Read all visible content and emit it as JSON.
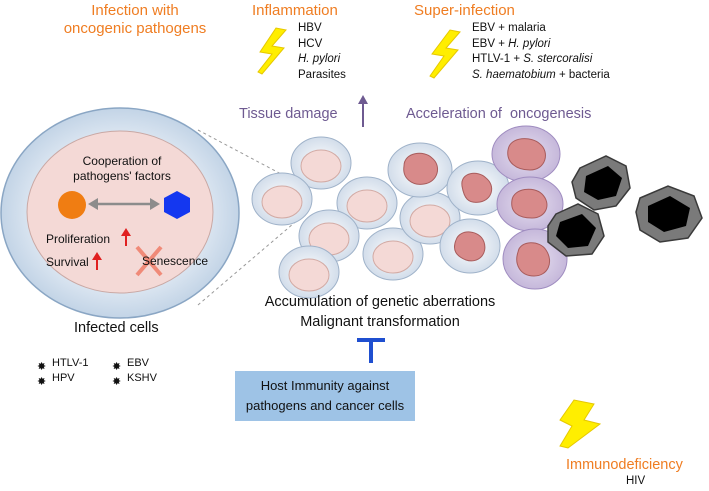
{
  "infection": {
    "line1": "Infection with",
    "line2": "oncogenic pathogens"
  },
  "inflammation": {
    "title": "Inflammation",
    "items": [
      "HBV",
      "HCV",
      "H. pylori",
      "Parasites"
    ]
  },
  "superinfection": {
    "title": "Super-infection",
    "items": [
      {
        "a": "EBV + malaria",
        "b": "",
        "c": ""
      },
      {
        "a": "EBV + ",
        "b": "H. pylori",
        "c": ""
      },
      {
        "a": "HTLV-1 + ",
        "b": "S. stercoralisi",
        "c": ""
      },
      {
        "a": "",
        "b": "S. haematobium",
        "c": " + bacteria"
      }
    ]
  },
  "tissue_damage": "Tissue damage",
  "acceleration": "Acceleration of  oncogenesis",
  "cell": {
    "cooperation_line1": "Cooperation of",
    "cooperation_line2": "pathogens' factors",
    "proliferation": "Proliferation",
    "survival": "Survival",
    "senescence": "Senescence"
  },
  "infected_cells": "Infected cells",
  "pathogens": [
    "HTLV-1",
    "EBV",
    "HPV",
    "KSHV"
  ],
  "accumulation": "Accumulation of genetic aberrations",
  "malignant": "Malignant transformation",
  "host_immunity": {
    "line1": "Host Immunity against",
    "line2": "pathogens and cancer cells"
  },
  "immunodeficiency": "Immunodeficiency",
  "hiv": "HIV",
  "colors": {
    "orange": "#ef7d22",
    "purple": "#6e5a91",
    "blue_inhibit": "#1f4fd0",
    "host_box": "#9ec3e6",
    "cell_outer": "#dce6f1",
    "cell_inner": "#f4d9d6",
    "nucleus_abnormal": "#d88a8a",
    "tumor_gray": "#7a7a7a",
    "lightning": "#ffee00"
  }
}
